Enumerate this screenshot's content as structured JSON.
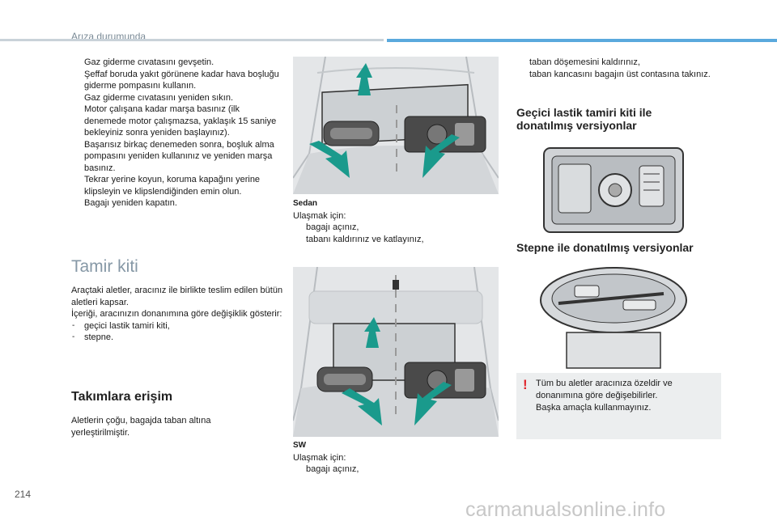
{
  "header": {
    "section": "Arıza durumunda"
  },
  "col1": {
    "bullet_marker": "",
    "steps": [
      "Gaz giderme cıvatasını gevşetin.",
      "Şeffaf boruda yakıt görünene kadar hava boşluğu giderme pompasını kullanın.",
      "Gaz giderme cıvatasını yeniden sıkın.",
      "Motor çalışana kadar marşa basınız (ilk denemede motor çalışmazsa, yaklaşık 15 saniye bekleyiniz sonra yeniden başlayınız).",
      "Başarısız birkaç denemeden sonra, boşluk alma pompasını yeniden kullanınız ve yeniden marşa basınız.",
      "Tekrar yerine koyun, koruma kapağını yerine klipsleyin ve klipslendiğinden emin olun.",
      "Bagajı yeniden kapatın."
    ]
  },
  "tamir": {
    "title": "Tamir kiti",
    "intro_1": "Araçtaki aletler, aracınız ile birlikte teslim edilen bütün aletleri kapsar.",
    "intro_2": "İçeriği, aracınızın donanımına göre değişiklik gösterir:",
    "dash": "-",
    "items": [
      "geçici lastik tamiri kiti,",
      "stepne."
    ]
  },
  "takim": {
    "title": "Takımlara erişim",
    "text": "Aletlerin çoğu, bagajda taban altına yerleştirilmiştir."
  },
  "sedan": {
    "label": "Sedan",
    "intro": "Ulaşmak için:",
    "steps": [
      "bagajı açınız,",
      "tabanı kaldırınız ve katlayınız,"
    ]
  },
  "sw": {
    "label": "SW",
    "intro": "Ulaşmak için:",
    "steps": [
      "bagajı açınız,"
    ]
  },
  "col3": {
    "steps": [
      "taban döşemesini kaldırınız,",
      "taban kancasını bagajın üst contasına takınız."
    ],
    "kit_heading": "Geçici lastik tamiri kiti ile donatılmış versiyonlar",
    "stepne_heading": "Stepne ile donatılmış versiyonlar"
  },
  "note": {
    "symbol": "!",
    "text_1": "Tüm bu aletler aracınıza özeldir ve donanımına göre değişebilirler.",
    "text_2": "Başka amaçla kullanmayınız."
  },
  "colors": {
    "accent_blue": "#5aa9dd",
    "arrow_teal": "#1a9a8c",
    "warning_red": "#e0262d"
  },
  "footer": {
    "page_number": "214",
    "watermark": "carmanualsonline.info"
  }
}
